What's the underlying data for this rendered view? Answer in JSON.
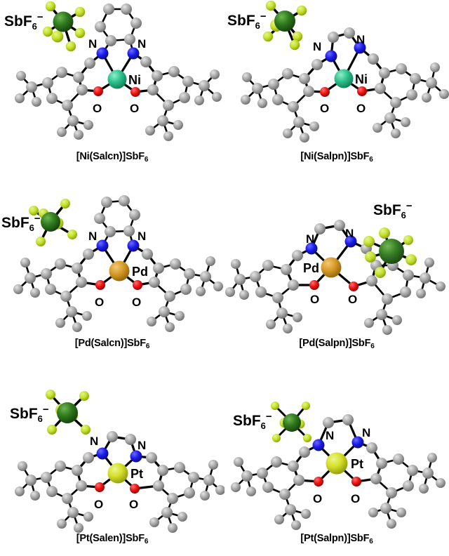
{
  "figure": {
    "type": "crystal-structure-grid",
    "rows": 3,
    "cols": 2,
    "background": "#ffffff"
  },
  "colors": {
    "nickel": "#2ec08c",
    "palladium": "#d79b28",
    "platinum": "#d4e029",
    "nitrogen": "#1a1ae6",
    "oxygen": "#ee1111",
    "carbon": "#9e9e9e",
    "antimony": "#2f7a1e",
    "fluorine": "#c3e028",
    "bond": "#000000",
    "text": "#000000"
  },
  "anion_label": {
    "base": "SbF",
    "subscript": "6",
    "superscript": "−"
  },
  "panels": [
    {
      "id": "ni-salcn",
      "caption": "[Ni(Salcn)]SbF6",
      "caption_base": "[Ni(Salcn)]SbF",
      "caption_sub": "6",
      "metal": "Ni",
      "metal_color": "#2ec08c",
      "ligand": "Salcn",
      "bridge": "cyclohexanediamine",
      "bridge_atoms": 6,
      "anion": "SbF6-",
      "anion_position": "top-left",
      "donor_labels": [
        "N",
        "N",
        "O",
        "O"
      ]
    },
    {
      "id": "ni-salpn",
      "caption": "[Ni(Salpn)]SbF6",
      "caption_base": "[Ni(Salpn)]SbF",
      "caption_sub": "6",
      "metal": "Ni",
      "metal_color": "#2ec08c",
      "ligand": "Salpn",
      "bridge": "propylenediamine",
      "bridge_atoms": 3,
      "anion": "SbF6-",
      "anion_position": "top-left",
      "donor_labels": [
        "N",
        "N",
        "O",
        "O"
      ]
    },
    {
      "id": "pd-salcn",
      "caption": "[Pd(Salcn)]SbF6",
      "caption_base": "[Pd(Salcn)]SbF",
      "caption_sub": "6",
      "metal": "Pd",
      "metal_color": "#d79b28",
      "ligand": "Salcn",
      "bridge": "cyclohexanediamine",
      "bridge_atoms": 6,
      "anion": "SbF6-",
      "anion_position": "top-left",
      "donor_labels": [
        "N",
        "N",
        "O",
        "O"
      ]
    },
    {
      "id": "pd-salpn",
      "caption": "[Pd(Salpn)]SbF6",
      "caption_base": "[Pd(Salpn)]SbF",
      "caption_sub": "6",
      "metal": "Pd",
      "metal_color": "#d79b28",
      "ligand": "Salpn",
      "bridge": "propylenediamine",
      "bridge_atoms": 3,
      "anion": "SbF6-",
      "anion_position": "top-right",
      "donor_labels": [
        "N",
        "N",
        "O",
        "O"
      ]
    },
    {
      "id": "pt-salen",
      "caption": "[Pt(Salen)]SbF6",
      "caption_base": "[Pt(Salen)]SbF",
      "caption_sub": "6",
      "metal": "Pt",
      "metal_color": "#d4e029",
      "ligand": "Salen",
      "bridge": "ethylenediamine",
      "bridge_atoms": 2,
      "anion": "SbF6-",
      "anion_position": "top-left",
      "donor_labels": [
        "N",
        "N",
        "O",
        "O"
      ]
    },
    {
      "id": "pt-salpn",
      "caption": "[Pt(Salpn)]SbF6",
      "caption_base": "[Pt(Salpn)]SbF",
      "caption_sub": "6",
      "metal": "Pt",
      "metal_color": "#d4e029",
      "ligand": "Salpn",
      "bridge": "propylenediamine",
      "bridge_atoms": 3,
      "anion": "SbF6-",
      "anion_position": "top-left",
      "donor_labels": [
        "N",
        "N",
        "O",
        "O"
      ]
    }
  ]
}
